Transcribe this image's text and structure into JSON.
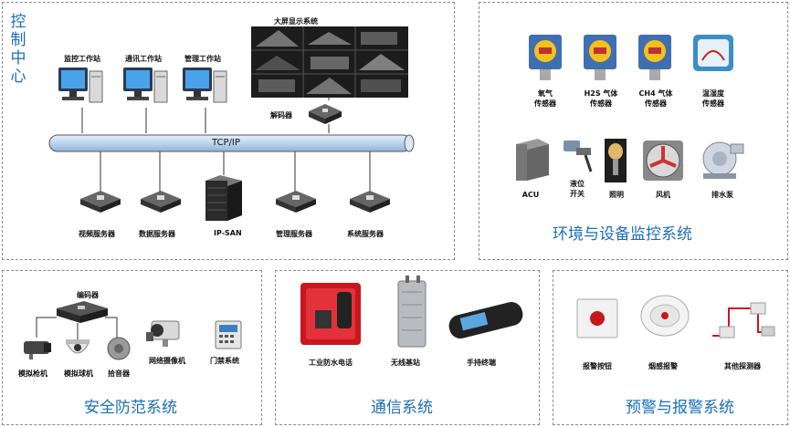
{
  "control_center": {
    "title": "控制中心",
    "big_screen_label": "大屏显示系统",
    "workstations": [
      "监控工作站",
      "通讯工作站",
      "管理工作站"
    ],
    "decoder_label": "解码器",
    "network_label": "TCP/IP",
    "servers": [
      "视频服务器",
      "数据服务器",
      "IP-SAN",
      "管理服务器",
      "系统服务器"
    ]
  },
  "environment": {
    "title": "环境与设备监控系统",
    "sensors": [
      {
        "line1": "氧气",
        "line2": "传感器"
      },
      {
        "line1": "H2S 气体",
        "line2": "传感器"
      },
      {
        "line1": "CH4 气体",
        "line2": "传感器"
      },
      {
        "line1": "温湿度",
        "line2": "传感器"
      }
    ],
    "devices": [
      {
        "line1": "ACU",
        "line2": ""
      },
      {
        "line1": "液位",
        "line2": "开关"
      },
      {
        "line1": "照明",
        "line2": ""
      },
      {
        "line1": "风机",
        "line2": ""
      },
      {
        "line1": "排水泵",
        "line2": ""
      }
    ]
  },
  "security": {
    "title": "安全防范系统",
    "encoder_label": "编码器",
    "devices": [
      "模拟枪机",
      "模拟球机",
      "拾音器",
      "网络摄像机",
      "门禁系统"
    ]
  },
  "communication": {
    "title": "通信系统",
    "devices": [
      "工业防水电话",
      "无线基站",
      "手持终端"
    ]
  },
  "alarm": {
    "title": "预警与报警系统",
    "devices": [
      "报警按钮",
      "烟感报警",
      "其他探测器"
    ]
  },
  "colors": {
    "title_blue": "#1a6fb8",
    "pipe_blue": "#bcd6ee",
    "panel_border": "#8a8a8a"
  }
}
